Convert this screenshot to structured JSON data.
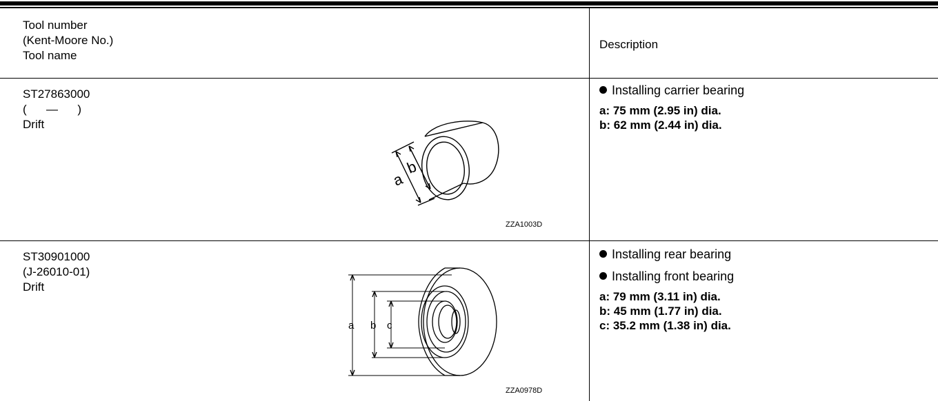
{
  "header": {
    "tool_line1": "Tool number",
    "tool_line2": "(Kent-Moore No.)",
    "tool_line3": "Tool name",
    "description": "Description"
  },
  "rows": [
    {
      "tool_number": "ST27863000",
      "kent_moore": "(      —      )",
      "tool_name": "Drift",
      "figure_code": "ZZA1003D",
      "figure_labels": [
        "a",
        "b"
      ],
      "bullets": [
        "Installing carrier bearing"
      ],
      "specs": [
        "a: 75 mm (2.95 in) dia.",
        "b: 62 mm (2.44 in) dia."
      ]
    },
    {
      "tool_number": "ST30901000",
      "kent_moore": "(J-26010-01)",
      "tool_name": "Drift",
      "figure_code": "ZZA0978D",
      "figure_labels": [
        "a",
        "b",
        "c"
      ],
      "bullets": [
        "Installing rear bearing",
        "Installing front bearing"
      ],
      "specs": [
        "a: 79 mm (3.11 in) dia.",
        "b: 45 mm (1.77 in) dia.",
        "c: 35.2 mm (1.38 in) dia."
      ]
    }
  ],
  "icons": {
    "bullet": "bullet-dot-icon"
  }
}
